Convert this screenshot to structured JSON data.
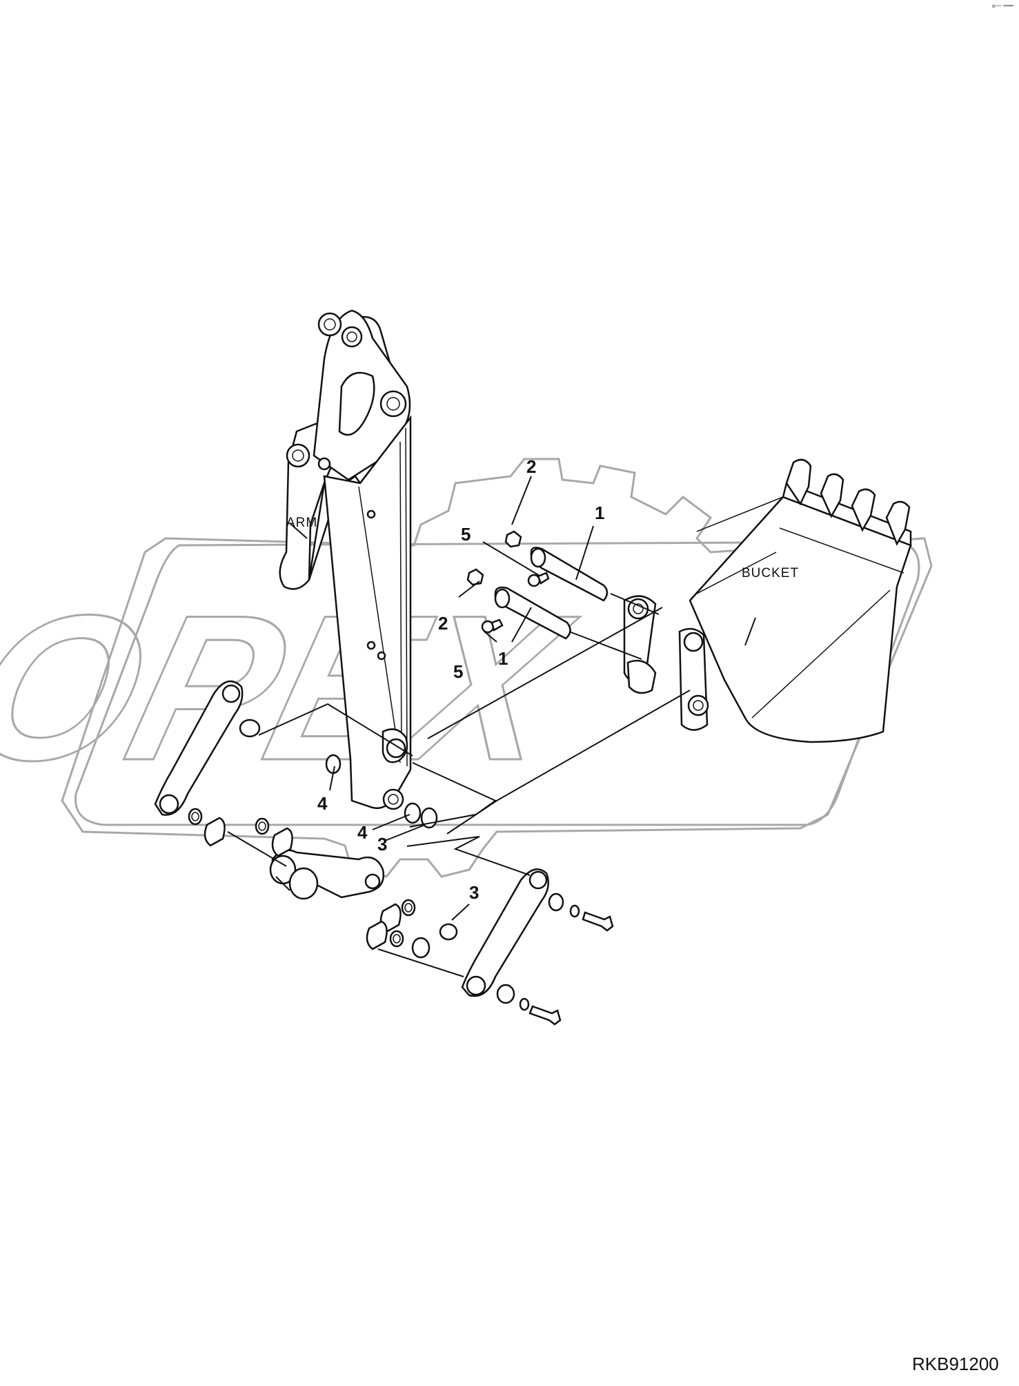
{
  "labels": {
    "arm": "ARM",
    "bucket": "BUCKET"
  },
  "callouts": {
    "pin_top": "1",
    "pin_bottom": "1",
    "grease_fitting_top": "2",
    "grease_fitting_bottom": "2",
    "shim_left": "3",
    "shim_right": "3",
    "o_ring_left": "4",
    "o_ring_right": "4",
    "pin_stopper_top": "5",
    "pin_stopper_bottom": "5"
  },
  "watermark": "OPEX",
  "reference_code": "RKB91200",
  "corner_note": "a── ═══"
}
